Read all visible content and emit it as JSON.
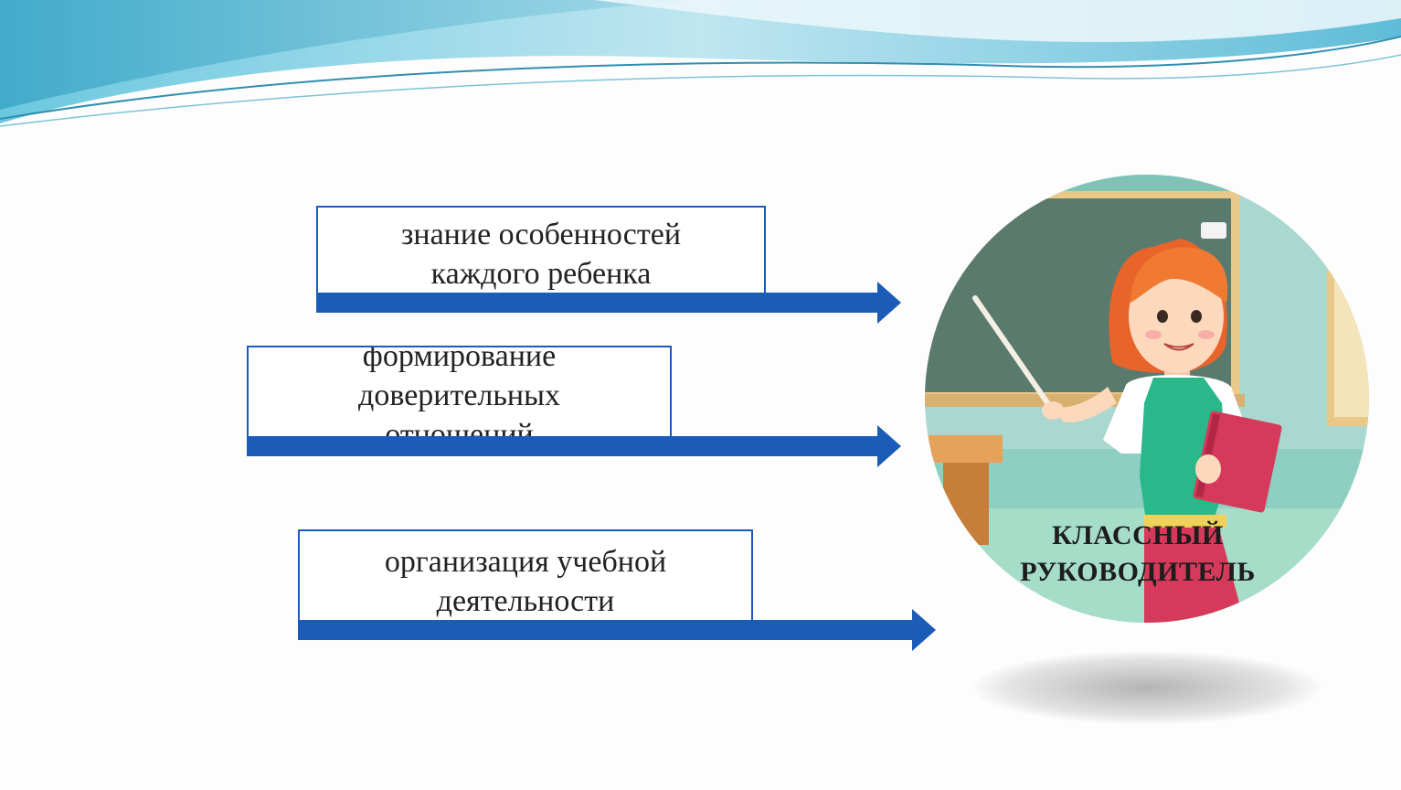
{
  "diagram": {
    "items": [
      {
        "label": "знание особенностей каждого ребенка"
      },
      {
        "label": "формирование доверительных отношений"
      },
      {
        "label": "организация учебной деятельности"
      }
    ],
    "target": {
      "label_line1": "КЛАССНЫЙ",
      "label_line2": "РУКОВОДИТЕЛЬ"
    }
  },
  "colors": {
    "arrow": "#1b5cb8",
    "wave_light": "#bfe6f1",
    "wave_dark": "#3fa9c9",
    "board": "#5a7a6e",
    "wall": "#a8d8cf",
    "hair": "#f07a32",
    "dress": "#28b88a",
    "book": "#d63a5a"
  }
}
